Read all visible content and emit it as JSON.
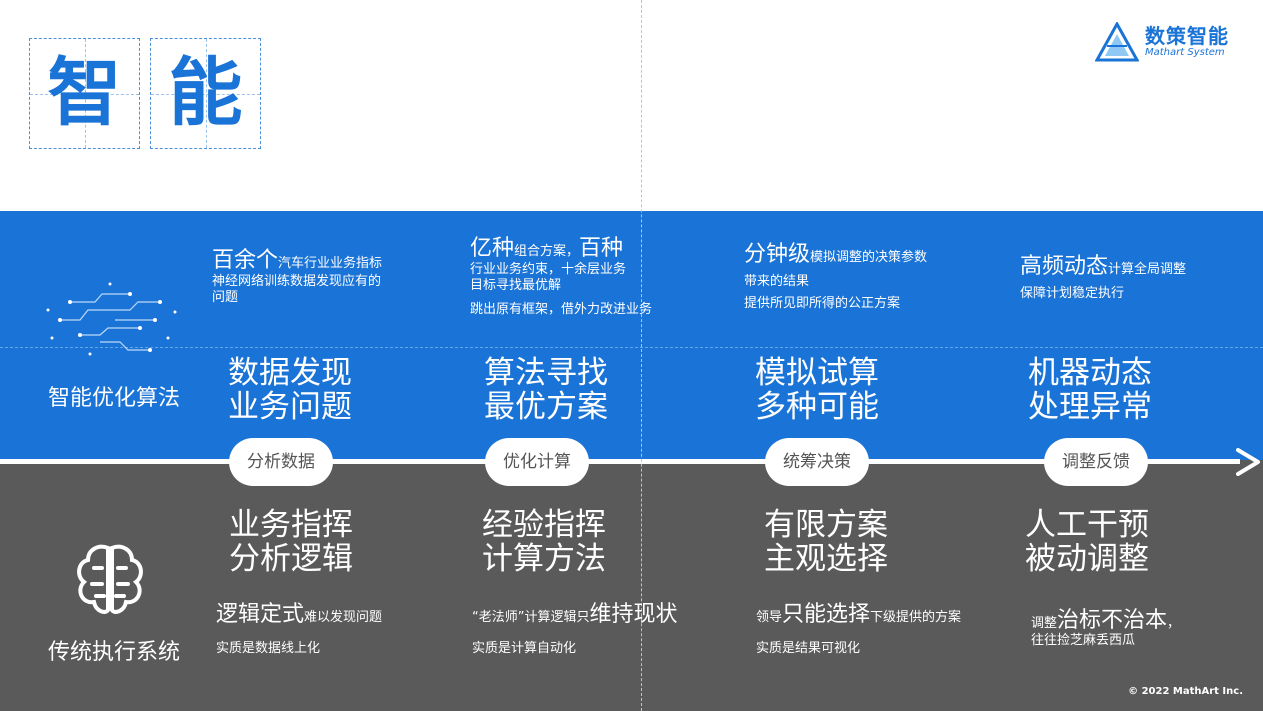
{
  "title": {
    "char1": "智",
    "char2": "能"
  },
  "logo": {
    "cn": "数策智能",
    "en": "Mathart System"
  },
  "side_labels": {
    "top": "智能优化算法",
    "bottom": "传统执行系统"
  },
  "top_items": [
    {
      "big": "百余个",
      "small": "汽车行业业务指标",
      "line2": "神经网络训练数据发现应有的",
      "line3": "问题"
    },
    {
      "big": "亿种",
      "small": "组合方案，",
      "big2": "百种",
      "line2": "行业业务约束，十余层业务",
      "line3": "目标寻找最优解",
      "line4": "跳出原有框架，借外力改进业务"
    },
    {
      "big": "分钟级",
      "small": "模拟调整的决策参数",
      "line2": "带来的结果",
      "line3": "提供所见即所得的公正方案"
    },
    {
      "big": "高频动态",
      "small": "计算全局调整",
      "line2": "保障计划稳定执行"
    }
  ],
  "mid_titles": [
    {
      "line1": "数据发现",
      "line2": "业务问题"
    },
    {
      "line1": "算法寻找",
      "line2": "最优方案"
    },
    {
      "line1": "模拟试算",
      "line2": "多种可能"
    },
    {
      "line1": "机器动态",
      "line2": "处理异常"
    }
  ],
  "pills": [
    "分析数据",
    "优化计算",
    "统筹决策",
    "调整反馈"
  ],
  "low_titles": [
    {
      "line1": "业务指挥",
      "line2": "分析逻辑"
    },
    {
      "line1": "经验指挥",
      "line2": "计算方法"
    },
    {
      "line1": "有限方案",
      "line2": "主观选择"
    },
    {
      "line1": "人工干预",
      "line2": "被动调整"
    }
  ],
  "bottom_items": [
    {
      "pre": "",
      "big": "逻辑定式",
      "post": "难以发现问题",
      "sub": "实质是数据线上化"
    },
    {
      "pre": "“老法师”计算逻辑只",
      "big": "维持现状",
      "post": "",
      "sub": "实质是计算自动化"
    },
    {
      "pre": "领导",
      "big": "只能选择",
      "post": "下级提供的方案",
      "sub": "实质是结果可视化"
    },
    {
      "pre": "调整",
      "big": "治标不治本",
      "post": "，",
      "sub": "往往捡芝麻丢西瓜"
    }
  ],
  "copyright": "© 2022 MathArt Inc.",
  "colors": {
    "blue": "#1a73d6",
    "gray": "#5a5a5a",
    "white": "#ffffff"
  }
}
